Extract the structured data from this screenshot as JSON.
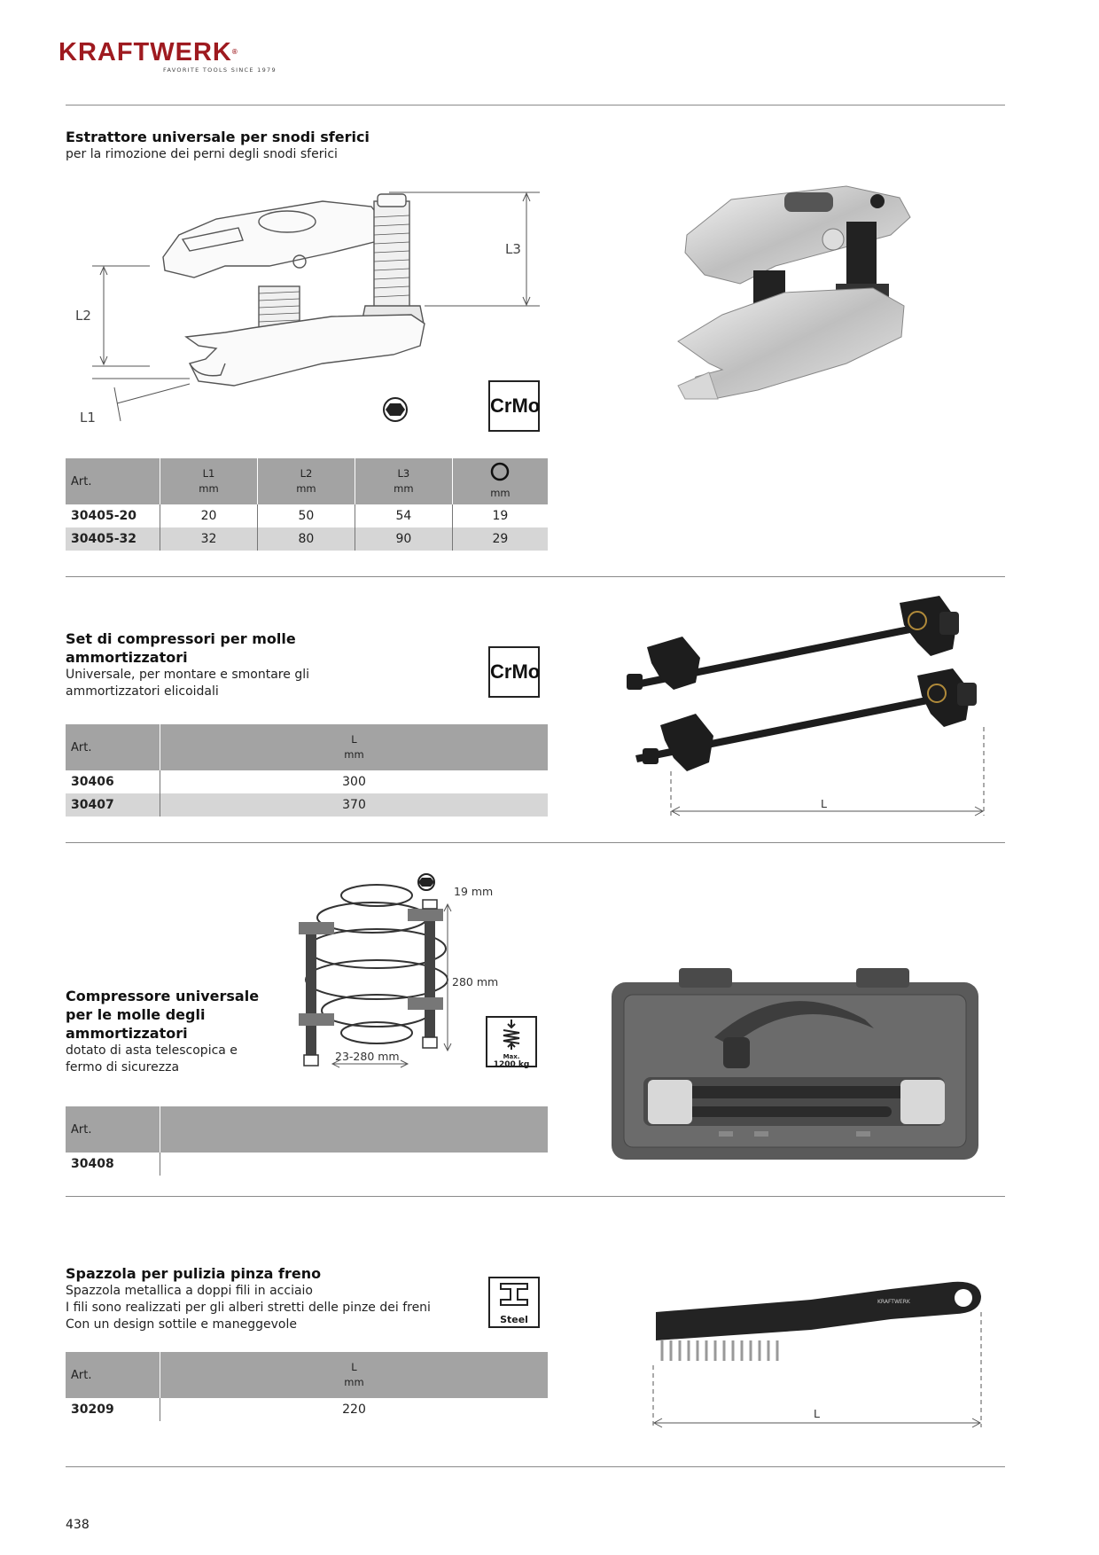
{
  "brand": {
    "name": "KRAFTWERK",
    "registered": "®",
    "tagline": "FAVORITE TOOLS SINCE 1979",
    "color": "#9e1a1f"
  },
  "products": [
    {
      "title": "Estrattore universale per snodi sferici",
      "description": [
        "per la rimozione dei perni degli snodi sferici"
      ],
      "badge": "CrMo",
      "diagram_labels": {
        "l1": "L1",
        "l2": "L2",
        "l3": "L3"
      },
      "table": {
        "headers": [
          {
            "label": "Art."
          },
          {
            "label": "L1",
            "unit": "mm"
          },
          {
            "label": "L2",
            "unit": "mm"
          },
          {
            "label": "L3",
            "unit": "mm"
          },
          {
            "label": "hex-icon",
            "unit": "mm"
          }
        ],
        "rows": [
          [
            "30405-20",
            "20",
            "50",
            "54",
            "19"
          ],
          [
            "30405-32",
            "32",
            "80",
            "90",
            "29"
          ]
        ]
      }
    },
    {
      "title": [
        "Set di compressori per molle",
        "ammortizzatori"
      ],
      "description": [
        "Universale, per montare e smontare gli",
        "ammortizzatori elicoidali"
      ],
      "badge": "CrMo",
      "dimension_label": "L",
      "table": {
        "headers": [
          {
            "label": "Art."
          },
          {
            "label": "L",
            "unit": "mm"
          }
        ],
        "rows": [
          [
            "30406",
            "300"
          ],
          [
            "30407",
            "370"
          ]
        ]
      }
    },
    {
      "title": [
        "Compressore universale",
        "per le molle degli",
        "ammortizzatori"
      ],
      "description": [
        "dotato di asta telescopica e",
        "fermo di sicurezza"
      ],
      "diagram_labels": {
        "hex": "19 mm",
        "height": "280 mm",
        "width": "23-280 mm"
      },
      "badge": {
        "line1": "Max.",
        "line2": "1200 kg"
      },
      "table": {
        "headers": [
          {
            "label": "Art."
          },
          {
            "label": ""
          }
        ],
        "rows": [
          [
            "30408",
            ""
          ]
        ]
      }
    },
    {
      "title": "Spazzola per pulizia pinza freno",
      "description": [
        "Spazzola metallica a doppi fili in acciaio",
        "I fili sono realizzati per gli alberi stretti delle pinze dei freni",
        "Con un design sottile e maneggevole"
      ],
      "badge": "Steel",
      "dimension_label": "L",
      "brush_brand": "KRAFTWERK",
      "table": {
        "headers": [
          {
            "label": "Art."
          },
          {
            "label": "L",
            "unit": "mm"
          }
        ],
        "rows": [
          [
            "30209",
            "220"
          ]
        ]
      }
    }
  ],
  "page_number": "438"
}
